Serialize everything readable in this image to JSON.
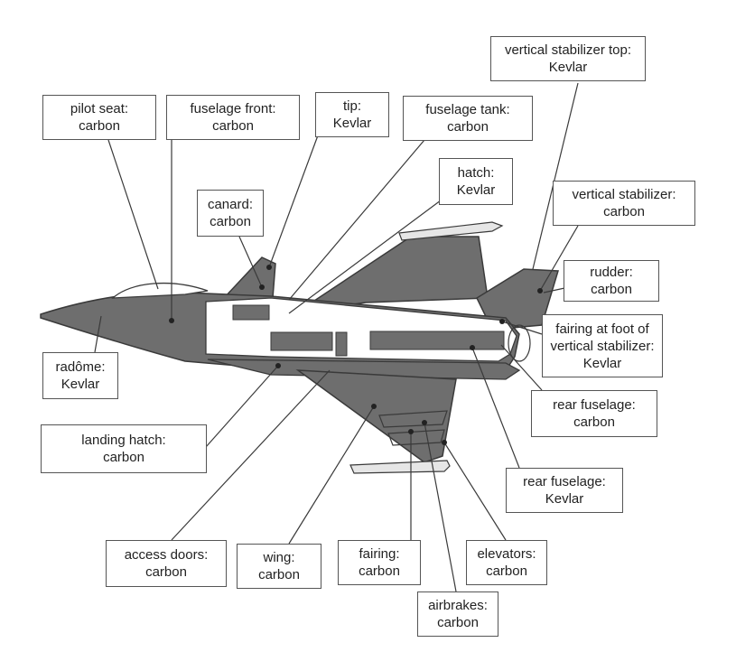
{
  "colors": {
    "airframe_fill": "#6e6e6e",
    "airframe_dark": "#4a4a4a",
    "cutaway_fill": "#ffffff",
    "line": "#3a3a3a",
    "box_border": "#555555",
    "text": "#222222"
  },
  "labels": {
    "pilot_seat": {
      "name": "pilot seat:",
      "material": "carbon"
    },
    "fuselage_front": {
      "name": "fuselage front:",
      "material": "carbon"
    },
    "tip": {
      "name": "tip:",
      "material": "Kevlar"
    },
    "fuselage_tank": {
      "name": "fuselage tank:",
      "material": "carbon"
    },
    "vertical_stabilizer_top": {
      "name": "vertical stabilizer top:",
      "material": "Kevlar"
    },
    "canard": {
      "name": "canard:",
      "material": "carbon"
    },
    "hatch": {
      "name": "hatch:",
      "material": "Kevlar"
    },
    "vertical_stabilizer": {
      "name": "vertical stabilizer:",
      "material": "carbon"
    },
    "rudder": {
      "name": "rudder:",
      "material": "carbon"
    },
    "fairing_foot": {
      "name": "fairing at foot of",
      "name2": "vertical stabilizer:",
      "material": "Kevlar"
    },
    "radome": {
      "name": "radôme:",
      "material": "Kevlar"
    },
    "rear_fuselage_carbon": {
      "name": "rear fuselage:",
      "material": "carbon"
    },
    "landing_hatch": {
      "name": "landing hatch:",
      "material": "carbon"
    },
    "rear_fuselage_kevlar": {
      "name": "rear fuselage:",
      "material": "Kevlar"
    },
    "access_doors": {
      "name": "access doors:",
      "material": "carbon"
    },
    "wing": {
      "name": "wing:",
      "material": "carbon"
    },
    "fairing": {
      "name": "fairing:",
      "material": "carbon"
    },
    "elevators": {
      "name": "elevators:",
      "material": "carbon"
    },
    "airbrakes": {
      "name": "airbrakes:",
      "material": "carbon"
    }
  }
}
